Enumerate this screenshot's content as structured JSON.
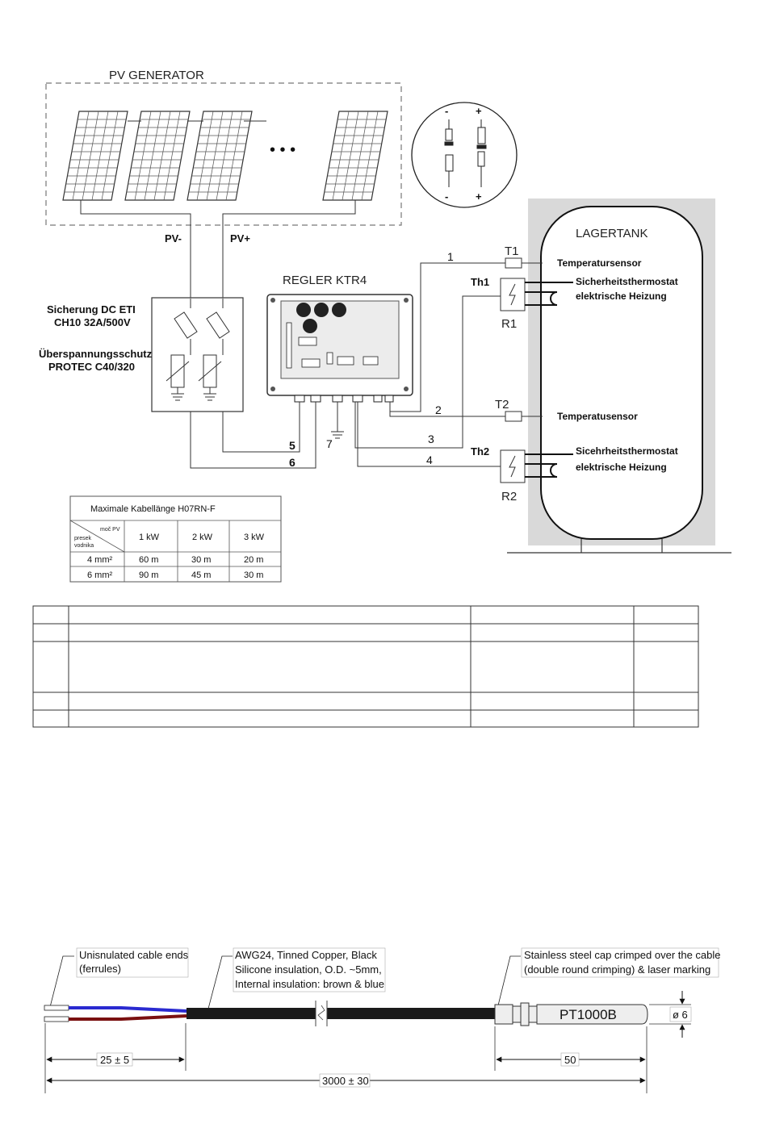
{
  "diagram": {
    "pv_generator_title": "PV GENERATOR",
    "connector_minus_top": "-",
    "connector_plus_top": "+",
    "connector_minus_bottom": "-",
    "connector_plus_bottom": "+",
    "dots": "• • •",
    "pv_minus": "PV-",
    "pv_plus": "PV+",
    "fuse_label_line1": "Sicherung DC ETI",
    "fuse_label_line2": "CH10 32A/500V",
    "surge_label_line1": "Überspannungsschutz",
    "surge_label_line2": "PROTEC C40/320",
    "controller_title": "REGLER KTR4",
    "tank_title": "LAGERTANK",
    "t1": "T1",
    "t2": "T2",
    "th1": "Th1",
    "th2": "Th2",
    "r1": "R1",
    "r2": "R2",
    "sensor1": "Temperatursensor",
    "sensor2": "Temperatusensor",
    "thermostat1_line1": "Sicherheitsthermostat",
    "thermostat1_line2": "elektrische Heizung",
    "thermostat2_line1": "Sicehrheitsthermostat",
    "thermostat2_line2": "elektrische Heizung",
    "wire_numbers": [
      "1",
      "2",
      "3",
      "4",
      "5",
      "6",
      "7"
    ]
  },
  "cable_table": {
    "title": "Maximale Kabellänge H07RN-F",
    "corner_top": "moč PV",
    "corner_mid": "presek",
    "corner_bottom": "vodnika",
    "columns": [
      "1 kW",
      "2 kW",
      "3 kW"
    ],
    "rows": [
      {
        "section": "4 mm²",
        "values": [
          "60 m",
          "30 m",
          "20 m"
        ]
      },
      {
        "section": "6 mm²",
        "values": [
          "90 m",
          "45 m",
          "30 m"
        ]
      }
    ]
  },
  "sensor_drawing": {
    "callout1_line1": "Unisnulated cable ends",
    "callout1_line2": "(ferrules)",
    "callout2_line1": "AWG24, Tinned Copper, Black",
    "callout2_line2": "Silicone insulation,   O.D. ~5mm,",
    "callout2_line3": "Internal insulation: brown & blue",
    "callout3_line1": "Stainless steel cap crimped over the cable",
    "callout3_line2": "(double round crimping) & laser marking",
    "probe_label": "PT1000B",
    "diameter": "ø 6",
    "dim_ends": "25 ± 5",
    "dim_cap": "50",
    "dim_total": "3000 ± 30"
  }
}
